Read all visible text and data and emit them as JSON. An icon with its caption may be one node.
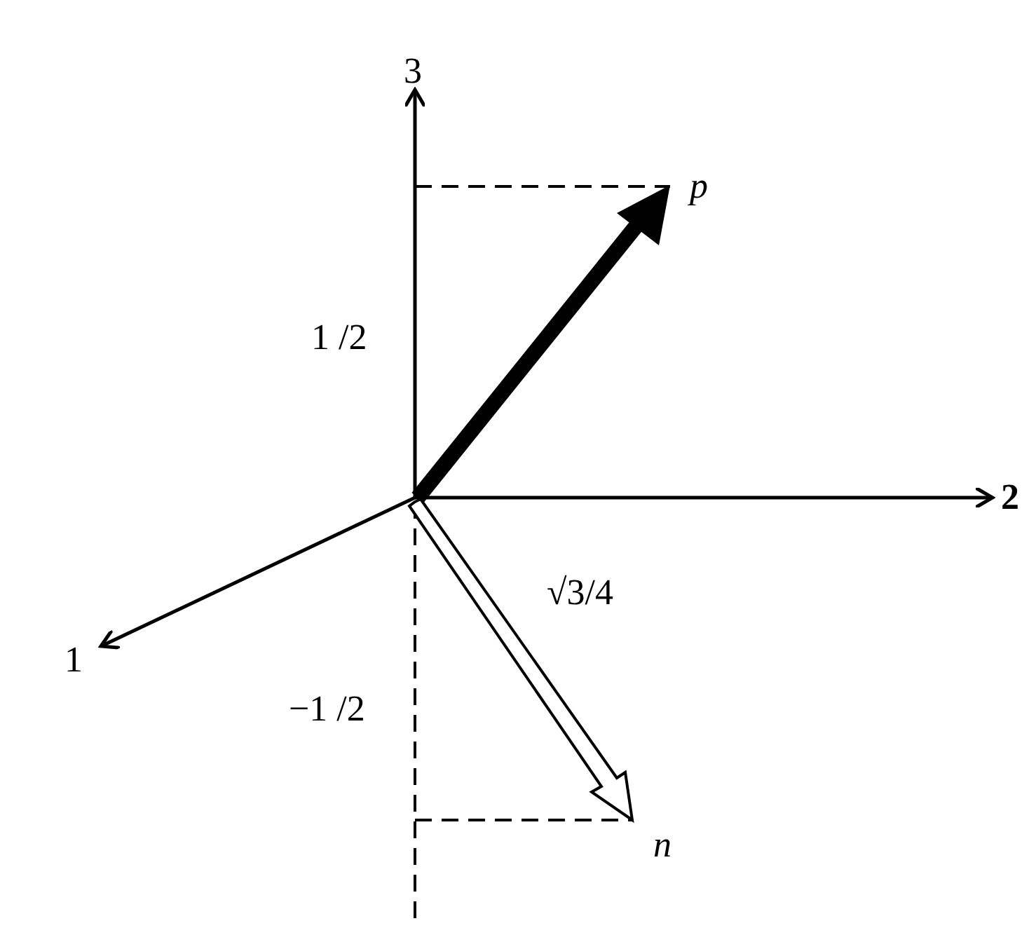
{
  "diagram": {
    "labels": [
      "3",
      "p",
      "1 /2",
      "2",
      "√3/4",
      "1",
      "−1 /2",
      "n"
    ]
  }
}
